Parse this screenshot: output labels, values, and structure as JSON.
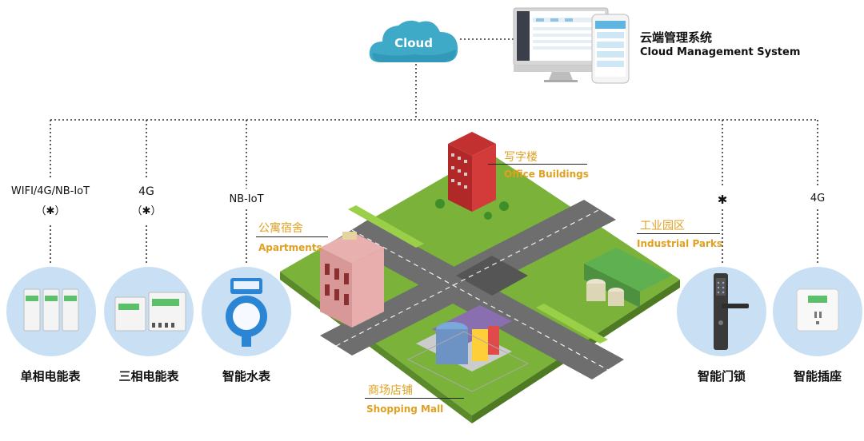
{
  "cloud": {
    "label": "Cloud"
  },
  "system": {
    "title_cn": "云端管理系统",
    "title_en": "Cloud Management System"
  },
  "devices": [
    {
      "name": "单相电能表",
      "protocol": "WIFI/4G/NB-IoT",
      "bluetooth": "（✱）"
    },
    {
      "name": "三相电能表",
      "protocol": "4G",
      "bluetooth": "（✱）"
    },
    {
      "name": "智能水表",
      "protocol": "NB-IoT",
      "bluetooth": ""
    },
    {
      "name": "智能门锁",
      "protocol": "",
      "bluetooth": "✱"
    },
    {
      "name": "智能插座",
      "protocol": "4G",
      "bluetooth": ""
    }
  ],
  "zones": [
    {
      "cn": "写字楼",
      "en": "Office Buildings"
    },
    {
      "cn": "公寓宿舍",
      "en": "Apartments"
    },
    {
      "cn": "工业园区",
      "en": "Industrial Parks"
    },
    {
      "cn": "商场店铺",
      "en": "Shopping Mall"
    }
  ],
  "colors": {
    "circle": "#c9e0f4",
    "cloud": "#3fa9c8",
    "label_accent": "#e0a020",
    "grass": "#8cc63f",
    "road": "#6e6e6e"
  }
}
